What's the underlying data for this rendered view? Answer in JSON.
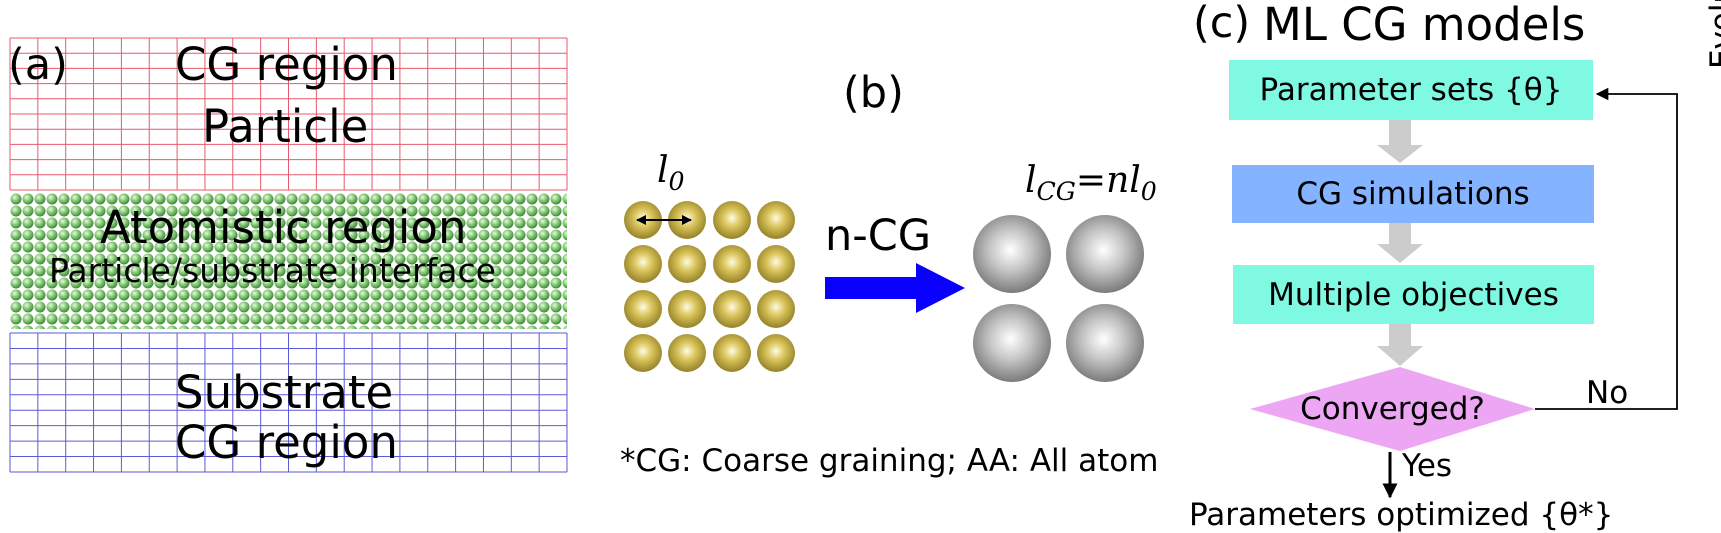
{
  "panel_a": {
    "label": "(a)",
    "cg_region_top": "CG region",
    "particle": "Particle",
    "atomistic_region": "Atomistic region",
    "interface": "Particle/substrate interface",
    "substrate": "Substrate",
    "cg_region_bottom": "CG region",
    "colors": {
      "top_grid": "#e8596c",
      "bottom_grid": "#5a5adb",
      "atoms": "#5cae55"
    }
  },
  "panel_b": {
    "label": "(b)",
    "l0": "l0",
    "l_cg": "lCG=nl0",
    "arrow_label": "n-CG",
    "footnote": "*CG: Coarse graining; AA: All atom",
    "colors": {
      "aa_atoms": "#b9a53a",
      "cg_beads": "#a9a9a9",
      "arrow": "#0a00ff"
    }
  },
  "panel_c": {
    "label": "(c)",
    "title": "ML CG models",
    "box_params": "Parameter sets {θ}",
    "box_sim": "CG simulations",
    "box_obj": "Multiple objectives",
    "diamond": "Converged?",
    "no": "No",
    "yes": "Yes",
    "result": "Parameters optimized {θ*}",
    "side_label": "Evolutionary algorithm",
    "colors": {
      "param_box": "#7ff9e1",
      "sim_box": "#84b4ff",
      "diamond": "#eda6f3",
      "flow_arrow": "#cccccc"
    }
  }
}
